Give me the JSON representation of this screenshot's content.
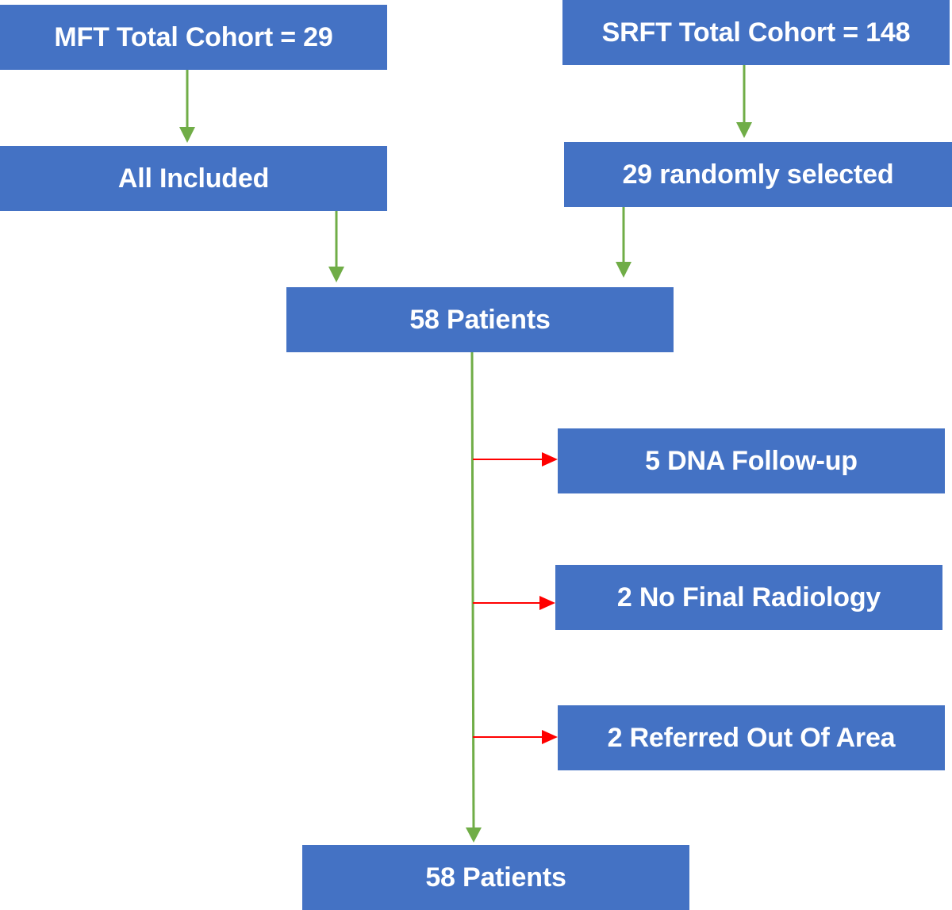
{
  "diagram": {
    "boxes": {
      "mft_total": "MFT Total Cohort = 29",
      "srft_total": "SRFT Total Cohort = 148",
      "all_included": "All Included",
      "randomly_selected": "29 randomly selected",
      "patients_combined": "58 Patients",
      "dna_followup": "5 DNA Follow-up",
      "no_final_radiology": "2 No Final Radiology",
      "referred_out": "2 Referred Out Of Area",
      "patients_final": "58 Patients"
    },
    "colors": {
      "box_fill": "#4472c4",
      "box_text": "#ffffff",
      "flow_arrow": "#70ad47",
      "exclusion_arrow": "#ff0000"
    }
  }
}
